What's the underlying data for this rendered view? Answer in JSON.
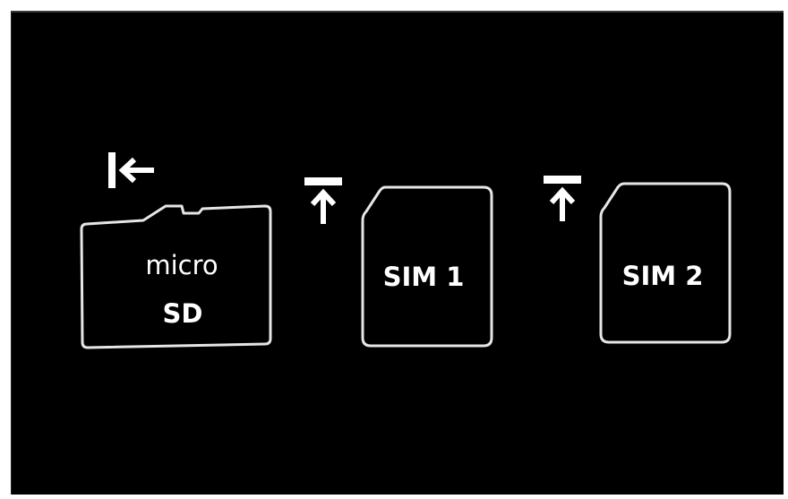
{
  "colors": {
    "background": "#000000",
    "frame": "#ffffff",
    "outline": "#e6e6e6",
    "foreground": "#ffffff"
  },
  "slots": {
    "microsd": {
      "label_line1": "micro",
      "label_line2": "SD",
      "insert_icon": "arrow-left-to-bar-icon"
    },
    "sim1": {
      "label": "SIM 1",
      "insert_icon": "arrow-up-to-bar-icon"
    },
    "sim2": {
      "label": "SIM 2",
      "insert_icon": "arrow-up-to-bar-icon"
    }
  }
}
